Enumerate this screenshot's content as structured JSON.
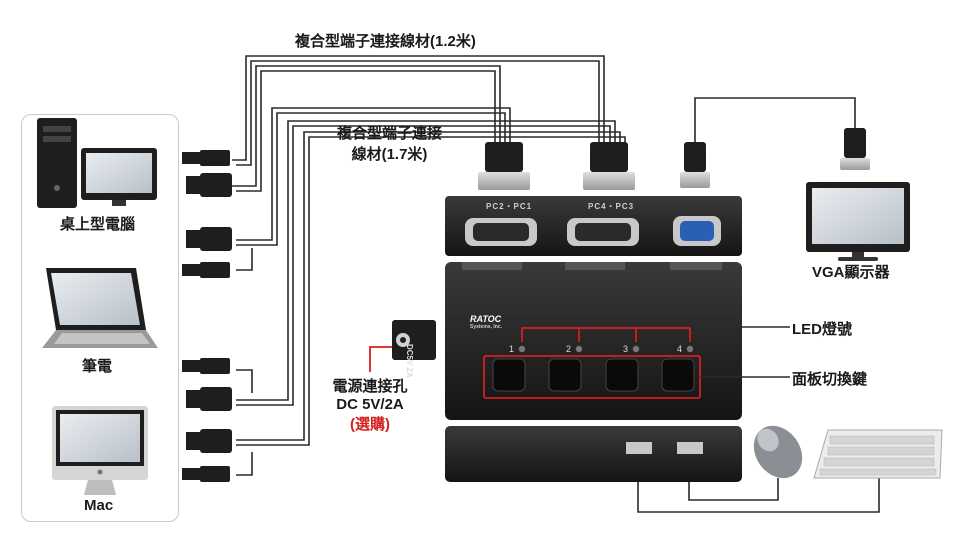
{
  "computers": {
    "desktop_label": "桌上型電腦",
    "laptop_label": "筆電",
    "mac_label": "Mac"
  },
  "cables": {
    "cable_long_label": "複合型端子連接線材(1.2米)",
    "cable_short_line1": "複合型端子連接",
    "cable_short_line2": "線材(1.7米)"
  },
  "kvm": {
    "port_pc2_pc1": "PC2・PC1",
    "port_pc4_pc3": "PC4・PC3",
    "brand": "RATOC",
    "brand_sub": "Systems, Inc.",
    "led_numbers": [
      "1",
      "2",
      "3",
      "4"
    ],
    "dc_label": "DC5V 2A"
  },
  "callouts": {
    "led_label": "LED燈號",
    "button_label": "面板切換鍵",
    "vga_label": "VGA顯示器",
    "power_line1": "電源連接孔",
    "power_line2": "DC 5V/2A",
    "power_line3": "(選購)"
  },
  "colors": {
    "accent_red": "#d42020",
    "device_black": "#1e1e1e",
    "line": "#2a2a2a"
  }
}
